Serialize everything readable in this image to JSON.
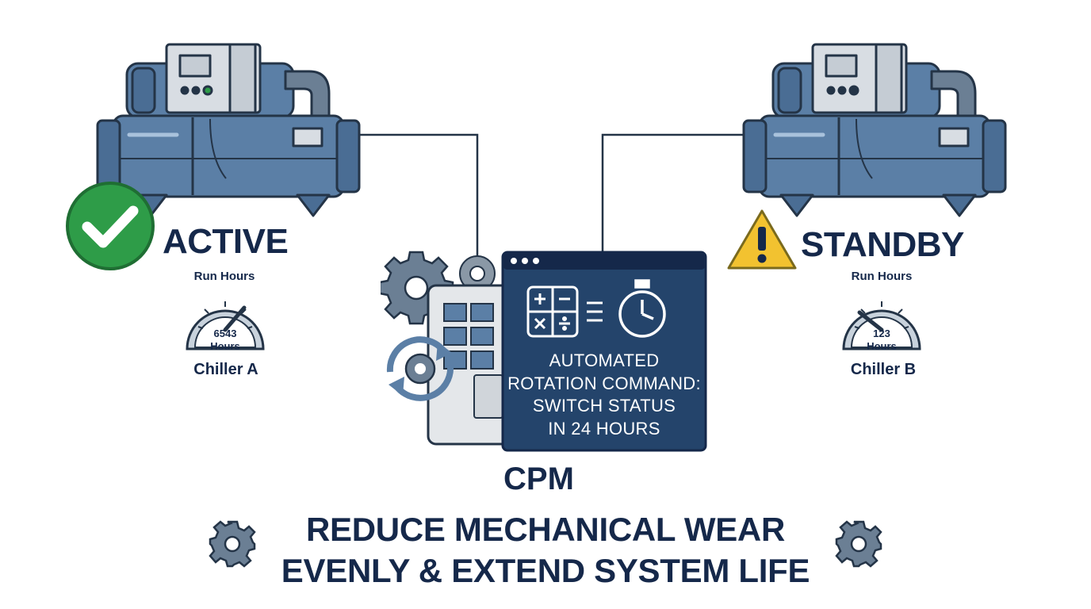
{
  "chiller_a": {
    "status": "ACTIVE",
    "run_hours_label": "Run Hours",
    "hours_value": "6543",
    "hours_unit": "Hours",
    "name": "Chiller A",
    "status_color": "#2e9c48"
  },
  "chiller_b": {
    "status": "STANDBY",
    "run_hours_label": "Run Hours",
    "hours_value": "123",
    "hours_unit": "Hours",
    "name": "Chiller B",
    "status_color": "#f2c230"
  },
  "cpm": {
    "label": "CPM",
    "command_lines": [
      "AUTOMATED",
      "ROTATION COMMAND:",
      "SWITCH STATUS",
      "IN 24 HOURS"
    ]
  },
  "footer": {
    "line1": "REDUCE MECHANICAL WEAR",
    "line2": "EVENLY & EXTEND SYSTEM LIFE"
  },
  "icons": [
    "check-circle-icon",
    "warning-triangle-icon",
    "gauge-icon",
    "calculator-icon",
    "stopwatch-icon",
    "gear-icon",
    "rotate-arrows-icon"
  ],
  "colors": {
    "navy": "#15284a",
    "steel_blue": "#5b7fa6",
    "panel_blue": "#24446b",
    "outline": "#243447"
  }
}
